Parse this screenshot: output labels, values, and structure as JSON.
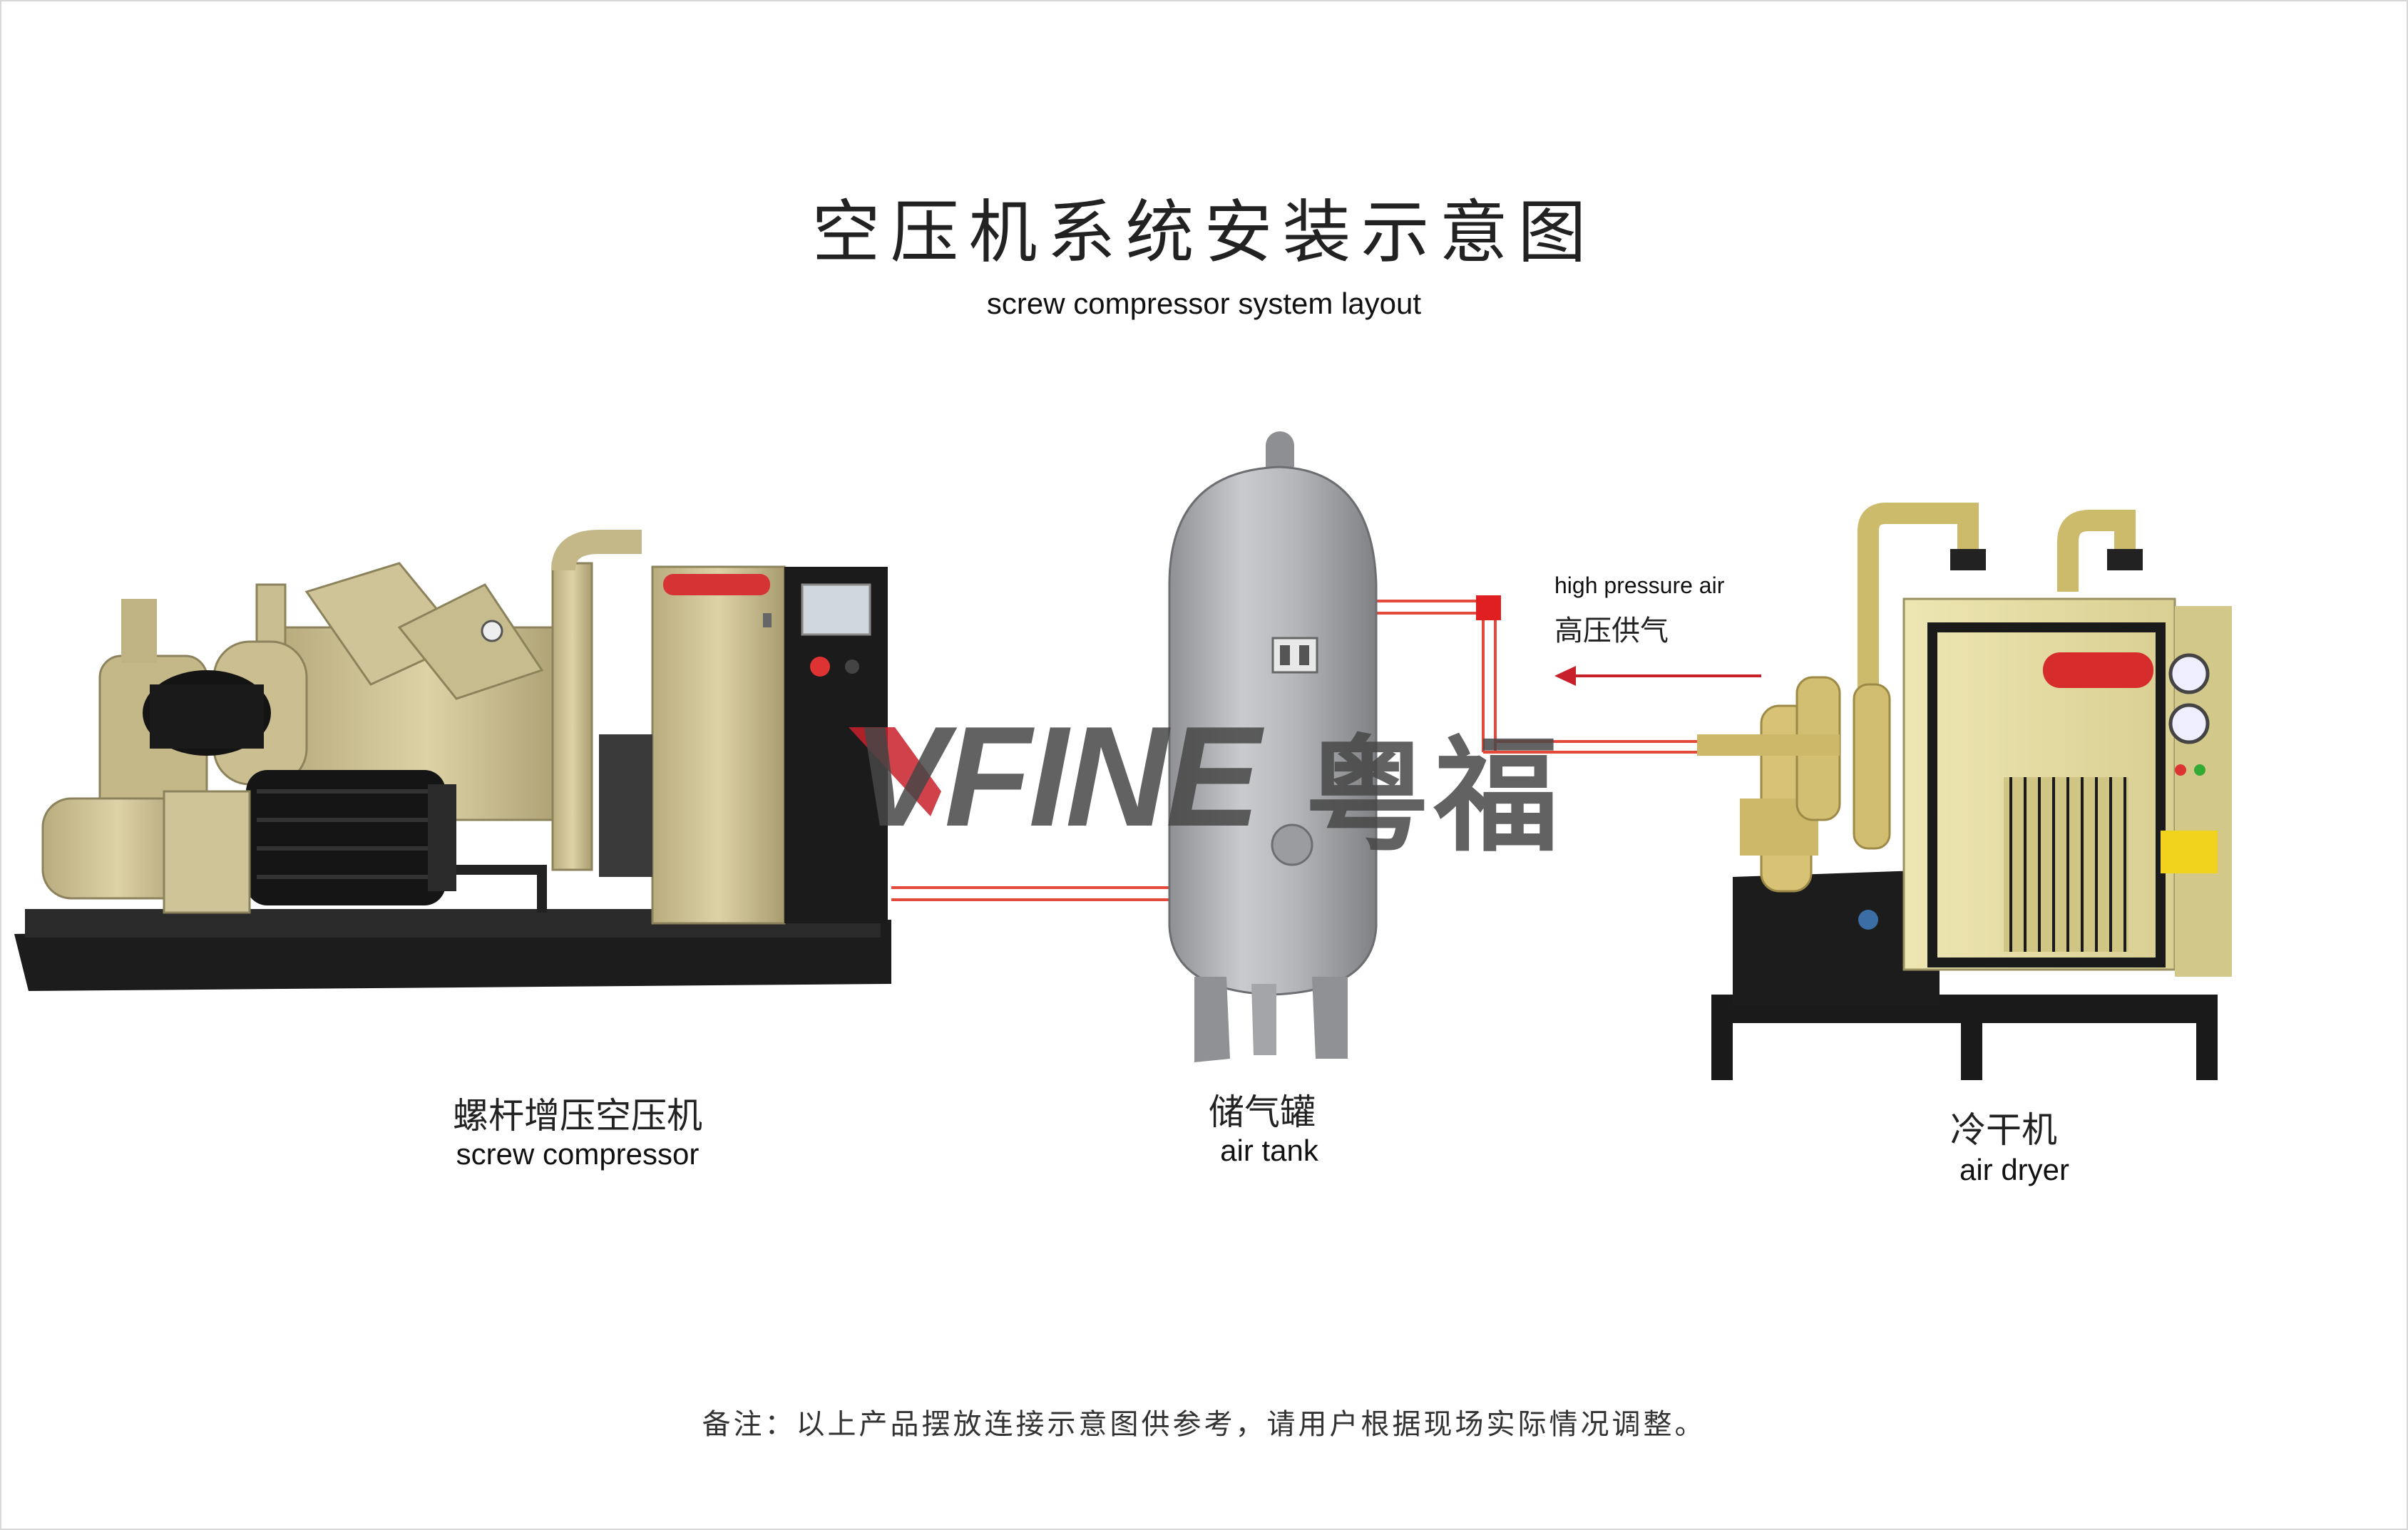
{
  "header": {
    "title": "空压机系统安装示意图",
    "subtitle": "screw compressor system layout"
  },
  "logo": {
    "text": "VFINE",
    "text_cn": "粤福",
    "accent_color": "#c8202a"
  },
  "equipment": [
    {
      "name_cn": "螺杆增压空压机",
      "name_en": "screw compressor"
    },
    {
      "name_cn": "储气罐",
      "name_en": "air tank"
    },
    {
      "name_cn": "冷干机",
      "name_en": "air dryer"
    }
  ],
  "flow": {
    "label_en": "high pressure air",
    "label_cn": "高压供气",
    "pipe_color": "#e34a3c",
    "arrow_color": "#c8202a"
  },
  "footer": {
    "note": "备注：以上产品摆放连接示意图供参考，请用户根据现场实际情况调整。"
  },
  "colors": {
    "machine_body": "#d4c89a",
    "machine_frame": "#1a1a1a",
    "tank": "#a9abad",
    "dryer_body": "#e8dfa3"
  }
}
